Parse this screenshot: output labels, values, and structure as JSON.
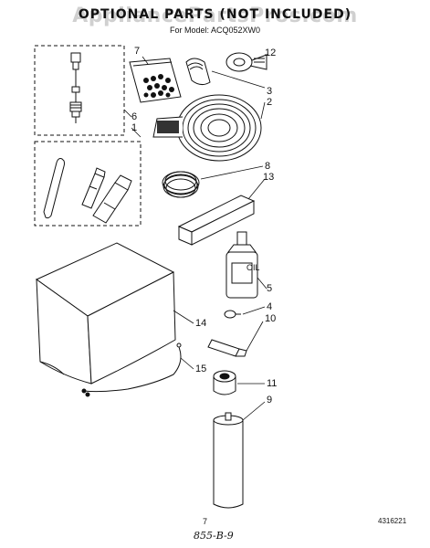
{
  "header": {
    "title": "OPTIONAL PARTS (NOT INCLUDED)",
    "model": "For Model: ACQ052XW0",
    "watermark": "AppliancePartsPros.com"
  },
  "callouts": {
    "c1": "1",
    "c2": "2",
    "c3": "3",
    "c4": "4",
    "c5": "5",
    "c6": "6",
    "c7": "7",
    "c8": "8",
    "c9": "9",
    "c10": "10",
    "c11": "11",
    "c12": "12",
    "c13": "13",
    "c14": "14",
    "c15": "15"
  },
  "labels": {
    "oil": "OIL"
  },
  "footer": {
    "page": "7",
    "figure_code": "4316221",
    "handwritten": "855-B-9"
  }
}
